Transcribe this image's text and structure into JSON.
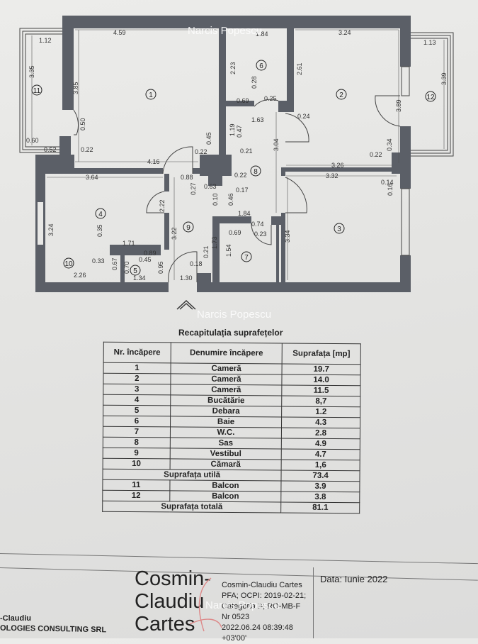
{
  "watermark": "Narcis Popescu",
  "plan": {
    "rooms": [
      "1",
      "2",
      "3",
      "4",
      "5",
      "6",
      "7",
      "8",
      "9",
      "10",
      "11",
      "12"
    ],
    "dimensions": [
      "4.59",
      "1.12",
      "3.35",
      "3.85",
      "0.50",
      "0.60",
      "0.52",
      "0.22",
      "4.16",
      "0.22",
      "0.45",
      "3.64",
      "0.88",
      "0.27",
      "0.63",
      "0.10",
      "0.46",
      "0.17",
      "2.22",
      "3.24",
      "0.35",
      "3.22",
      "1.71",
      "0.89",
      "0.45",
      "0.33",
      "0.67",
      "0.70",
      "0.95",
      "2.26",
      "1.34",
      "1.30",
      "0.21",
      "0.18",
      "1.73",
      "0.69",
      "1.54",
      "0.74",
      "0.23",
      "1.84",
      "1.84",
      "2.23",
      "0.28",
      "0.69",
      "0.25",
      "1.63",
      "0.24",
      "1.19",
      "0.47",
      "0.21",
      "0.22",
      "3.04",
      "2.61",
      "3.24",
      "3.89",
      "0.34",
      "0.22",
      "3.26",
      "3.32",
      "0.14",
      "0.16",
      "3.34",
      "1.13",
      "3.39"
    ],
    "wall_color": "#5b5f67"
  },
  "table": {
    "title": "Recapitulația suprafețelor",
    "headers": [
      "Nr. încăpere",
      "Denumire încăpere",
      "Suprafața [mp]"
    ],
    "rows": [
      {
        "nr": "1",
        "name": "Cameră",
        "area": "19.7"
      },
      {
        "nr": "2",
        "name": "Cameră",
        "area": "14.0"
      },
      {
        "nr": "3",
        "name": "Cameră",
        "area": "11.5"
      },
      {
        "nr": "4",
        "name": "Bucătărie",
        "area": "8,7"
      },
      {
        "nr": "5",
        "name": "Debara",
        "area": "1.2"
      },
      {
        "nr": "6",
        "name": "Baie",
        "area": "4.3"
      },
      {
        "nr": "7",
        "name": "W.C.",
        "area": "2.8"
      },
      {
        "nr": "8",
        "name": "Sas",
        "area": "4.9"
      },
      {
        "nr": "9",
        "name": "Vestibul",
        "area": "4.7"
      },
      {
        "nr": "10",
        "name": "Cămară",
        "area": "1,6"
      }
    ],
    "useful_label": "Suprafața utilă",
    "useful_value": "73.4",
    "balcony_rows": [
      {
        "nr": "11",
        "name": "Balcon",
        "area": "3.9"
      },
      {
        "nr": "12",
        "name": "Balcon",
        "area": "3.8"
      }
    ],
    "total_label": "Suprafața totală",
    "total_value": "81.1"
  },
  "footer": {
    "left_line1": "-Claudiu",
    "left_line2": "OLOGIES CONSULTING SRL",
    "signature_name": [
      "Cosmin-",
      "Claudiu",
      "Cartes"
    ],
    "signature_details": [
      "Cosmin-Claudiu Cartes",
      "PFA; OCPI: 2019-02-21;",
      "Categoria B; RO-MB-F",
      "Nr 0523",
      "2022.06.24 08:39:48",
      "+03'00'"
    ],
    "date": "Data: Iunie 2022"
  }
}
